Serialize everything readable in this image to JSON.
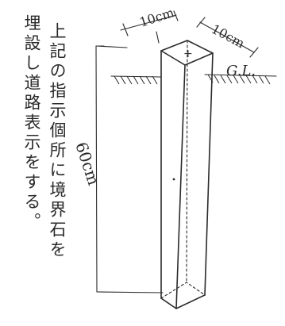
{
  "note": {
    "column_right": "上記の指示個所に境界石を",
    "column_left": "埋設し道路表示をする。"
  },
  "dimensions": {
    "top_width": "10cm",
    "top_depth": "10cm",
    "height": "60cm",
    "ground_line": "G.L.",
    "center_mark": "+"
  }
}
